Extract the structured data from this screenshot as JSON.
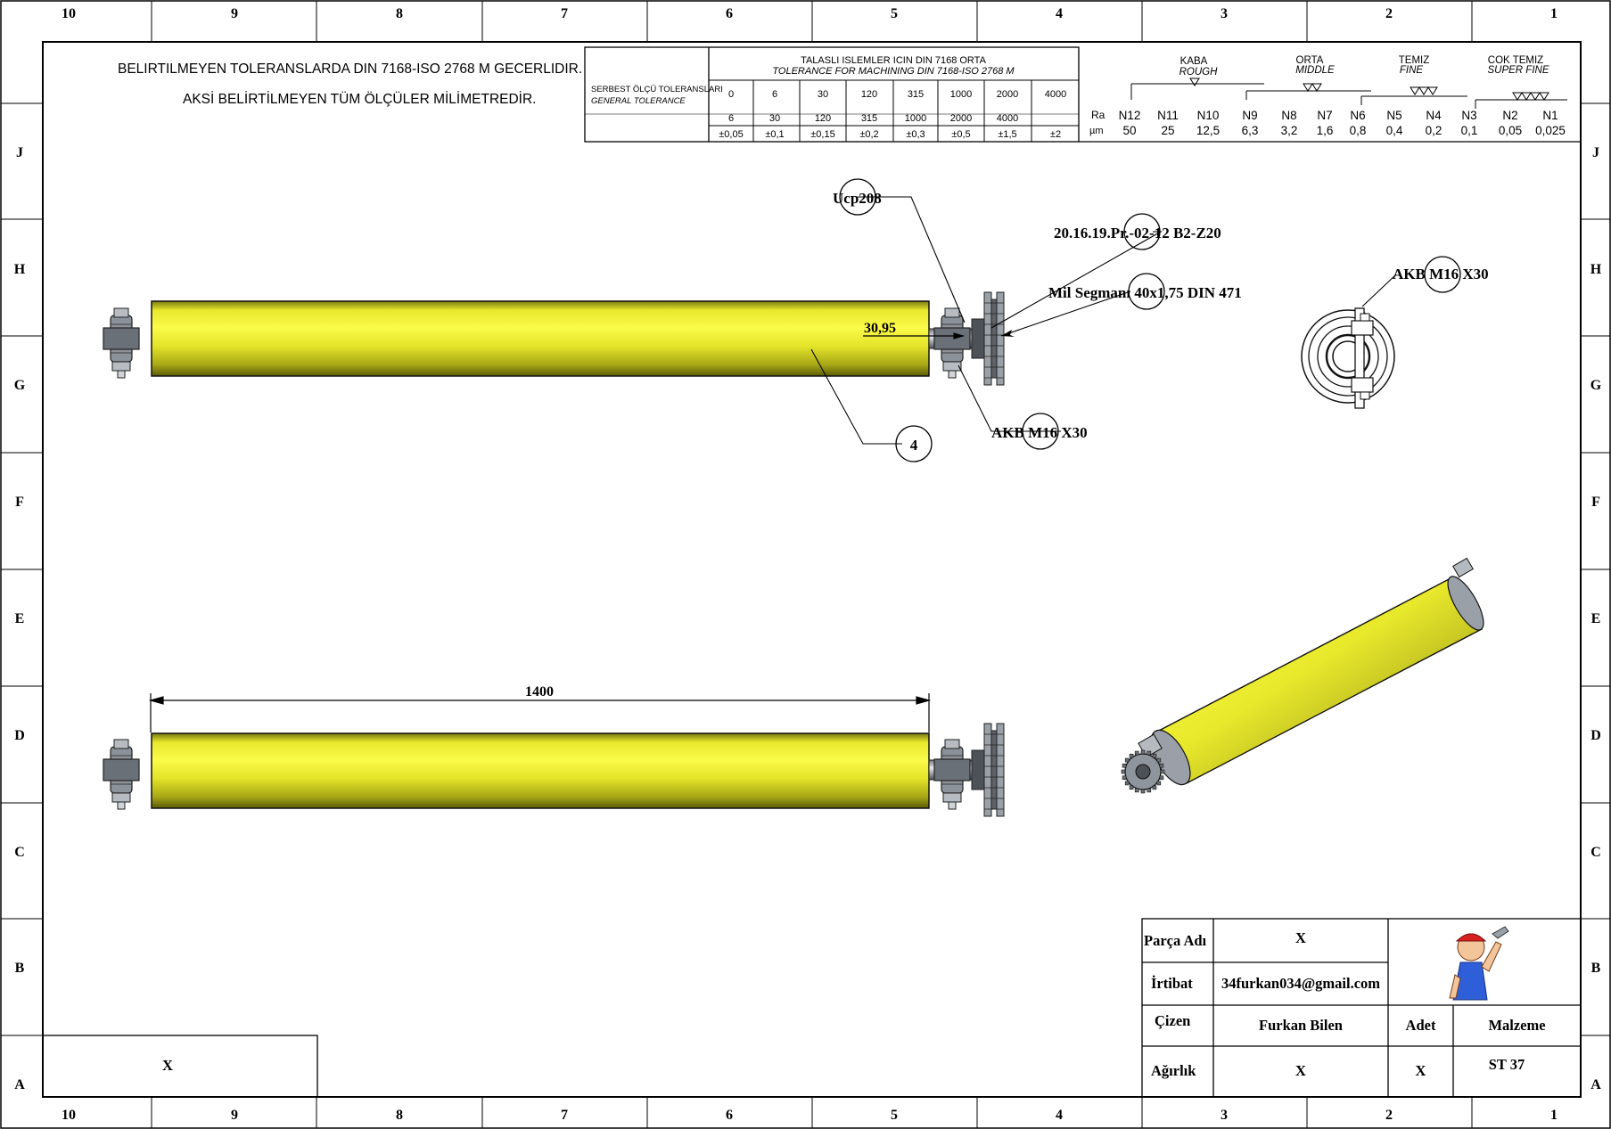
{
  "frame": {
    "col_labels": [
      "10",
      "9",
      "8",
      "7",
      "6",
      "5",
      "4",
      "3",
      "2",
      "1"
    ],
    "row_labels": [
      "J",
      "H",
      "G",
      "F",
      "E",
      "D",
      "C",
      "B",
      "A"
    ]
  },
  "notes": {
    "line1": "BELIRTILMEYEN TOLERANSLARDA DIN 7168-ISO 2768 M GECERLIDIR.",
    "line2": "AKSİ BELİRTİLMEYEN TÜM ÖLÇÜLER MİLİMETREDİR."
  },
  "tolerance_table": {
    "left_label_tr": "SERBEST ÖLÇÜ TOLERANSLARI",
    "left_label_en": "GENERAL TOLERANCE",
    "header_tr": "TALASLI ISLEMLER ICIN DIN 7168 ORTA",
    "header_en": "TOLERANCE FOR MACHINING DIN 7168-ISO 2768 M",
    "range_from": [
      "0",
      "6",
      "30",
      "120",
      "315",
      "1000",
      "2000",
      "4000"
    ],
    "range_to": [
      "6",
      "30",
      "120",
      "315",
      "1000",
      "2000",
      "4000"
    ],
    "tolerances": [
      "±0,05",
      "±0,1",
      "±0,15",
      "±0,2",
      "±0,3",
      "±0,5",
      "±1,5",
      "±2"
    ]
  },
  "roughness": {
    "groups": [
      {
        "tr": "KABA",
        "en": "ROUGH"
      },
      {
        "tr": "ORTA",
        "en": "MIDDLE"
      },
      {
        "tr": "TEMIZ",
        "en": "FINE"
      },
      {
        "tr": "COK TEMIZ",
        "en": "SUPER FINE"
      }
    ],
    "ra_label": "Ra",
    "unit_label": "µm",
    "grades": [
      "N12",
      "N11",
      "N10",
      "N9",
      "N8",
      "N7",
      "N6",
      "N5",
      "N4",
      "N3",
      "N2",
      "N1"
    ],
    "values": [
      "50",
      "25",
      "12,5",
      "6,3",
      "3,2",
      "1,6",
      "0,8",
      "0,4",
      "0,2",
      "0,1",
      "0,05",
      "0,025"
    ]
  },
  "annotations": {
    "ucp": "Ucp208",
    "sprocket": "20.16.19.Pr.-02-12 B2-Z20",
    "segman": "Mil Segmanı 40x1,75 DIN 471",
    "bolt_front": "AKB M16 X30",
    "bolt_side": "AKB M16 X30",
    "dimension_small": "30,95",
    "balloon": "4",
    "dimension_length": "1400"
  },
  "title_block": {
    "part_name_label": "Parça Adı",
    "part_name_value": "X",
    "contact_label": "İrtibat",
    "contact_value": "34furkan034@gmail.com",
    "drawn_label": "Çizen",
    "drawn_value": "Furkan Bilen",
    "qty_label": "Adet",
    "material_label": "Malzeme",
    "weight_label": "Ağırlık",
    "weight_value": "X",
    "qty_value": "X",
    "material_value": "ST 37",
    "left_box_value": "X"
  },
  "colors": {
    "roller": "#f2f230",
    "roller_dark": "#7f7f10",
    "steel": "#9aa0a8",
    "steel_dark": "#3f434a"
  }
}
